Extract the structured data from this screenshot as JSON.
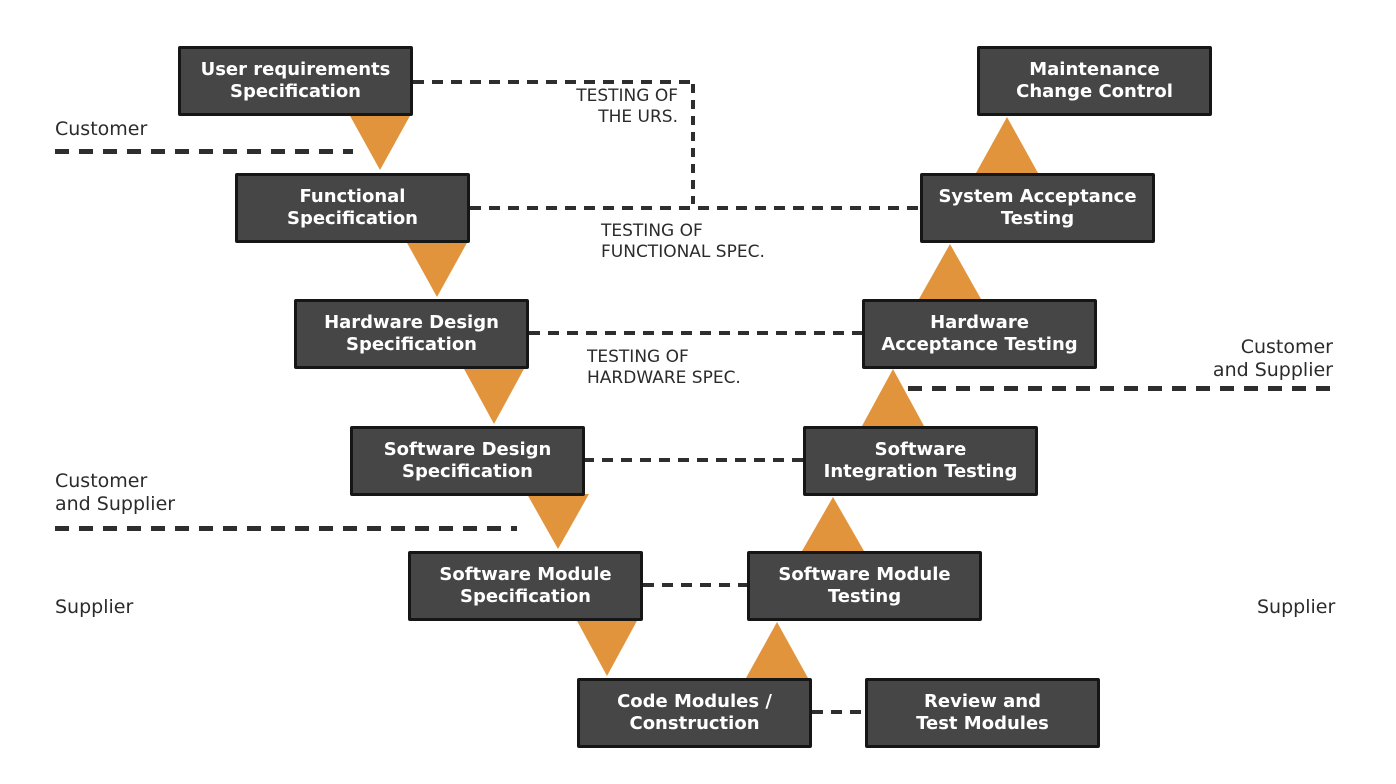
{
  "diagram": {
    "type": "v-model-lifecycle",
    "colors": {
      "box_fill": "#464646",
      "box_border": "#161616",
      "box_text": "#ffffff",
      "arrow_orange": "#E2943C",
      "dash_line": "#2e2e2e",
      "label_text": "#2b2b2b",
      "background": "#ffffff"
    },
    "left_boxes": [
      {
        "line1": "User requirements",
        "line2": "Specification"
      },
      {
        "line1": "Functional",
        "line2": "Specification"
      },
      {
        "line1": "Hardware Design",
        "line2": "Specification"
      },
      {
        "line1": "Software Design",
        "line2": "Specification"
      },
      {
        "line1": "Software Module",
        "line2": "Specification"
      },
      {
        "line1": "Code Modules /",
        "line2": "Construction"
      }
    ],
    "right_boxes": [
      {
        "line1": "Maintenance",
        "line2": "Change Control"
      },
      {
        "line1": "System Acceptance",
        "line2": "Testing"
      },
      {
        "line1": "Hardware",
        "line2": "Acceptance Testing"
      },
      {
        "line1": "Software",
        "line2": "Integration Testing"
      },
      {
        "line1": "Software Module",
        "line2": "Testing"
      },
      {
        "line1": "Review and",
        "line2": "Test Modules"
      }
    ],
    "connector_labels": [
      {
        "line1": "TESTING OF",
        "line2": "THE URS."
      },
      {
        "line1": "TESTING OF",
        "line2": "FUNCTIONAL SPEC."
      },
      {
        "line1": "TESTING OF",
        "line2": "HARDWARE SPEC."
      }
    ],
    "zone_labels": {
      "left_customer": "Customer",
      "left_customer_supplier_line1": "Customer",
      "left_customer_supplier_line2": "and Supplier",
      "left_supplier": "Supplier",
      "right_customer_supplier_line1": "Customer",
      "right_customer_supplier_line2": "and Supplier",
      "right_supplier": "Supplier"
    }
  }
}
